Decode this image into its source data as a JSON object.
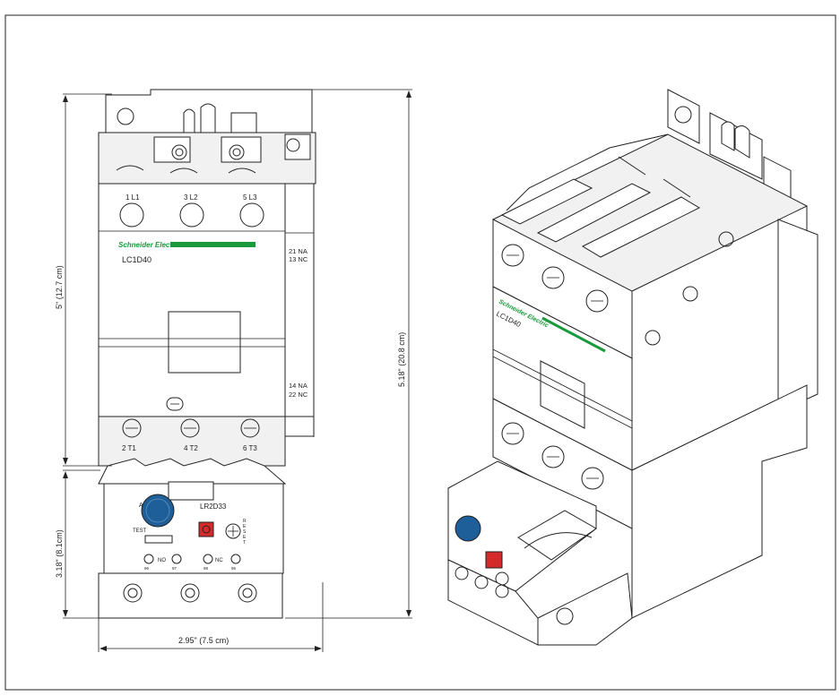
{
  "front_view": {
    "terminals_top": [
      "1 L1",
      "3 L2",
      "5 L3"
    ],
    "terminals_bottom": [
      "2 T1",
      "4 T2",
      "6 T3"
    ],
    "aux_top": [
      "21 NA",
      "13 NC"
    ],
    "aux_bottom": [
      "14 NA",
      "22 NC"
    ],
    "brand": "Schneider Electric",
    "model": "LC1D40",
    "relay_model": "LR2D33",
    "relay_labels": {
      "test": "TEST",
      "reset": [
        "R",
        "E",
        "S",
        "E",
        "T"
      ],
      "dial_a": "A",
      "no": "NO",
      "nc": "NC",
      "small_nums": [
        "96",
        "97",
        "98",
        "95"
      ]
    }
  },
  "iso_view": {
    "brand": "Schneider Electric",
    "model": "LC1D40"
  },
  "dimensions": {
    "height_upper": "5\" (12.7 cm)",
    "height_lower": "3.18\" (8.1cm)",
    "height_total": "5.18\" (20.8 cm)",
    "width": "2.95\" (7.5 cm)"
  },
  "colors": {
    "brand_green": "#1a9a3c",
    "dial_blue": "#1f5f99",
    "reset_red": "#d42a2a",
    "line": "#222222"
  }
}
